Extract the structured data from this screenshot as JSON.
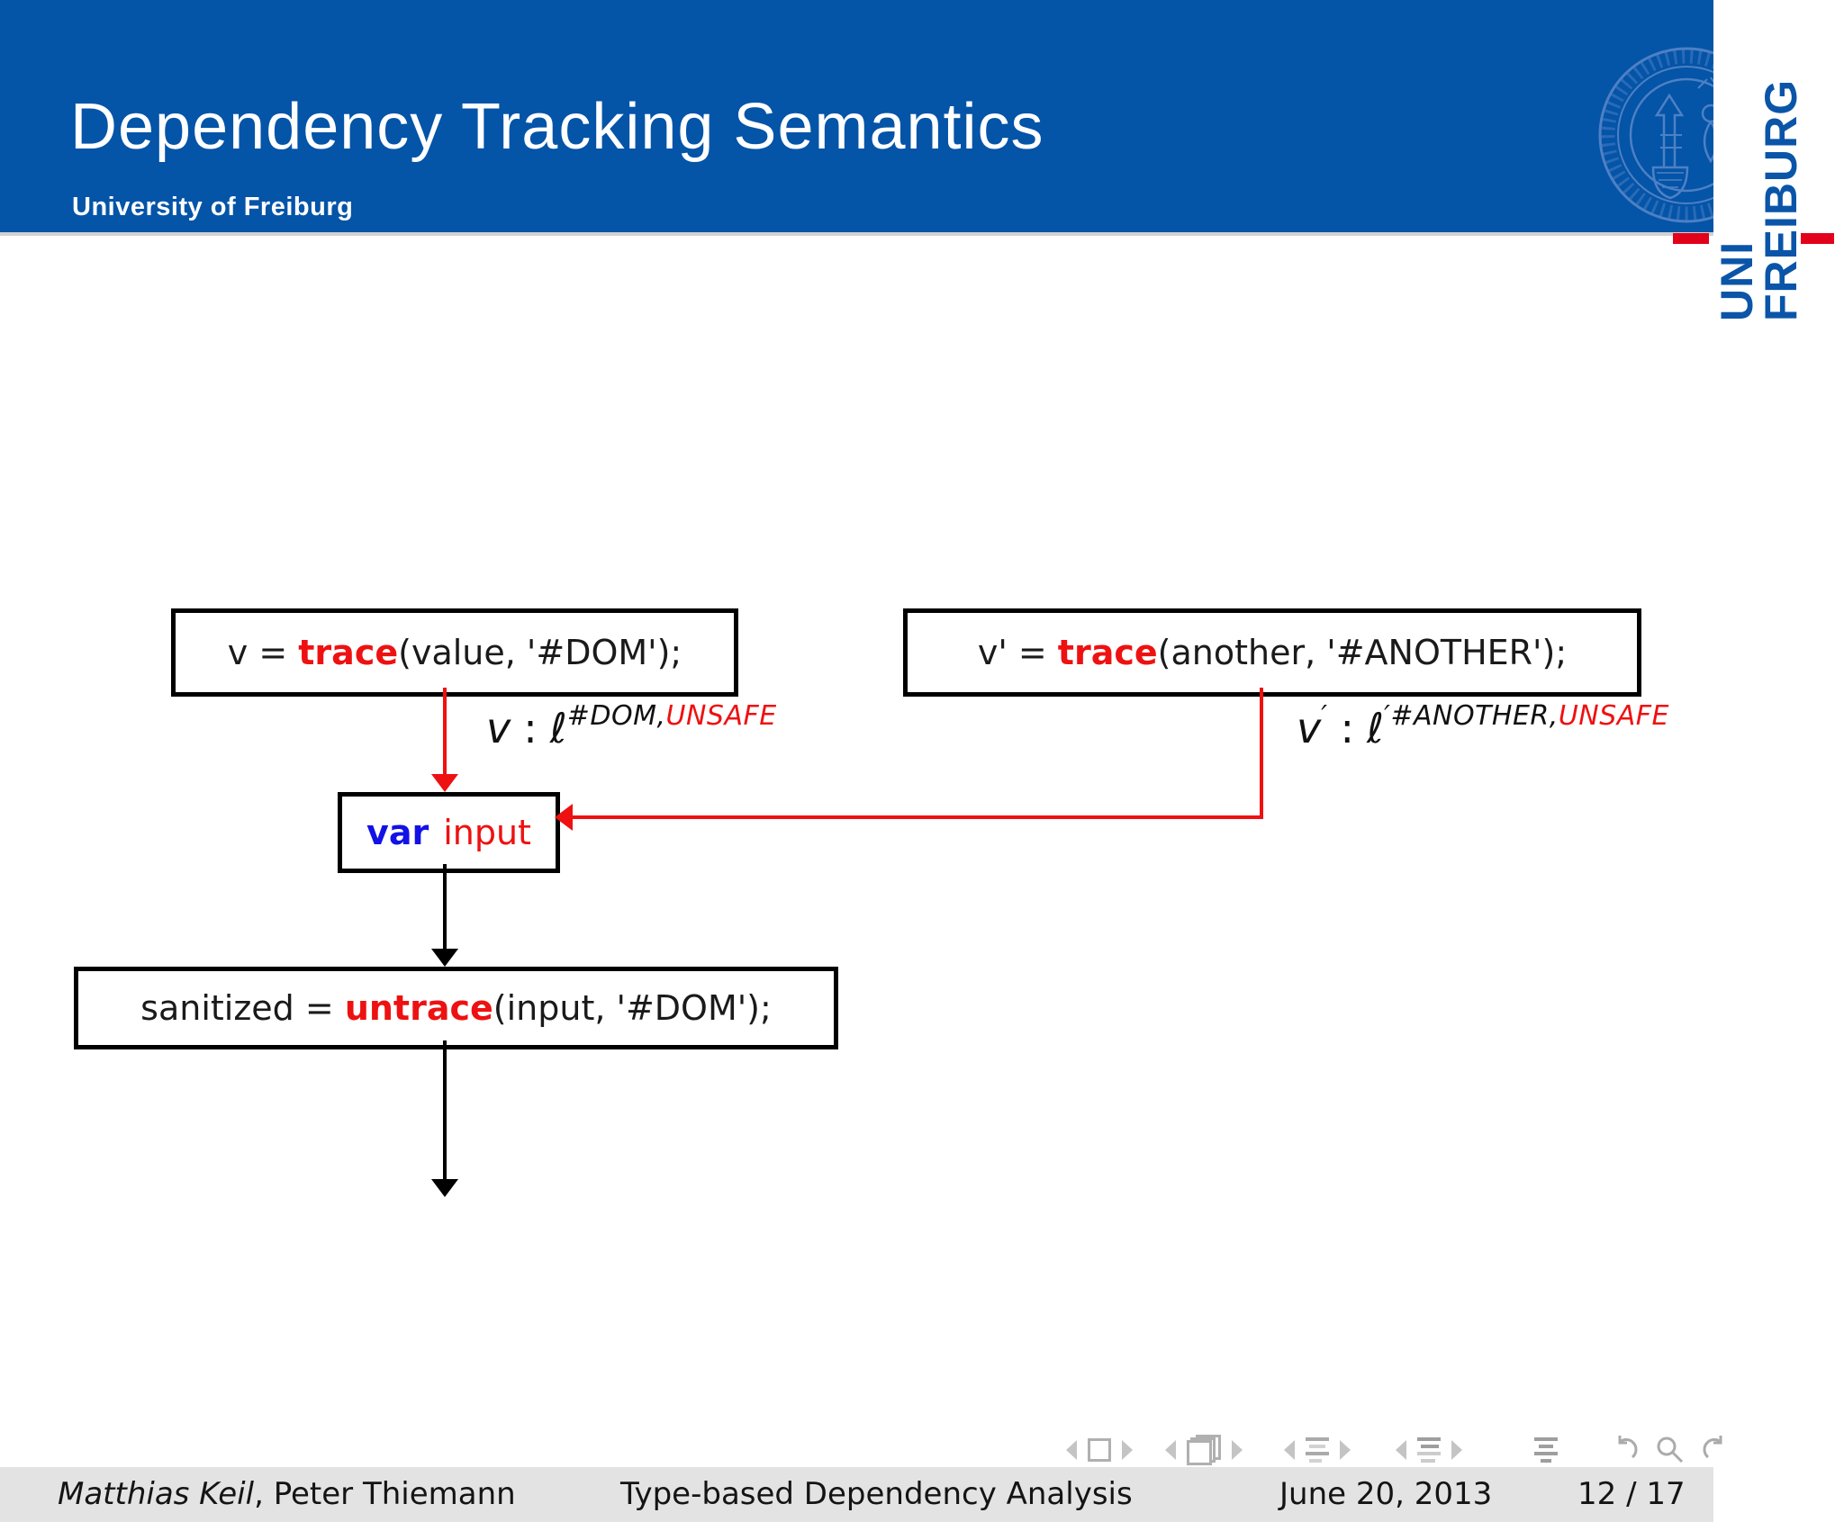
{
  "header": {
    "title": "Dependency Tracking Semantics",
    "subtitle": "University of Freiburg"
  },
  "logo": {
    "uni": "UNI",
    "freiburg": "FREIBURG"
  },
  "colors": {
    "header_blue": "#0454a8",
    "seal_line_blue": "#4d80c4",
    "logo_red": "#e2001a",
    "accent_red": "#ee1111",
    "keyword_blue": "#1212e6",
    "footer_gray": "#e3e3e3"
  },
  "diagram": {
    "box_trace_dom": {
      "pre": "v = ",
      "keyword": "trace",
      "post": "(value, '#DOM');"
    },
    "box_trace_another": {
      "pre": "v' = ",
      "keyword": "trace",
      "post": "(another, '#ANOTHER');"
    },
    "label_v": {
      "base": "v",
      "colon": ":",
      "ell": "ℓ",
      "sup_rest": "#DOM,",
      "sup_unsafe": "UNSAFE"
    },
    "label_v_prime": {
      "base": "v",
      "base_prime": "′",
      "colon": ":",
      "ell": "ℓ",
      "sup_prime": "′",
      "sup_rest": "#ANOTHER,",
      "sup_unsafe": "UNSAFE"
    },
    "box_var_input": {
      "keyword": "var",
      "variable": "input"
    },
    "box_untrace": {
      "pre": "sanitized = ",
      "keyword": "untrace",
      "post": "(input, '#DOM');"
    }
  },
  "nav": {
    "icons": [
      "slide-prev-icon",
      "slide-current-icon",
      "slide-next-icon",
      "frame-prev-icon",
      "frame-stack-icon",
      "frame-next-icon",
      "subsection-prev-icon",
      "subsection-list-icon",
      "subsection-next-icon",
      "section-prev-icon",
      "section-list-icon",
      "section-next-icon",
      "document-outline-icon",
      "undo-icon",
      "search-icon",
      "redo-icon"
    ]
  },
  "footer": {
    "author_italic": "Matthias Keil",
    "author_rest": ", Peter Thiemann",
    "talk": "Type-based Dependency Analysis",
    "date": "June 20, 2013",
    "page": "12 / 17"
  }
}
